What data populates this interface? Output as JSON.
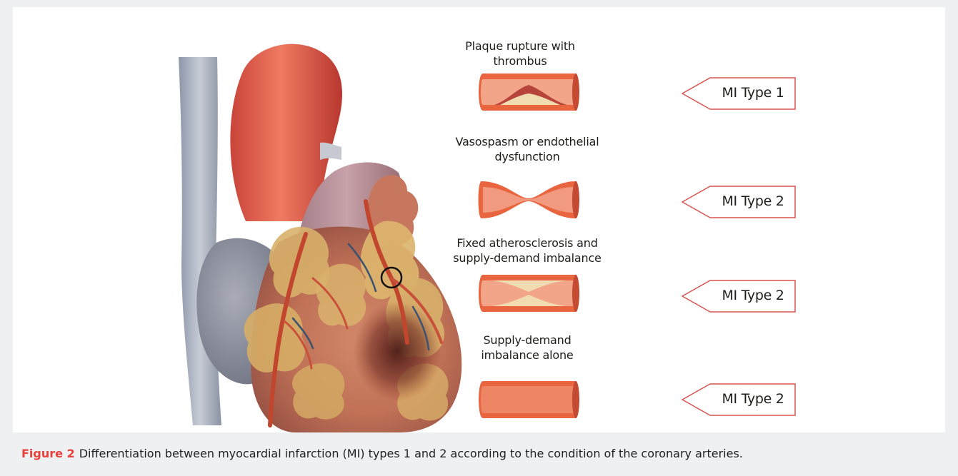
{
  "figure": {
    "label": "Figure 2",
    "caption": "Differentiation between myocardial infarction (MI) types 1 and 2 according to the condition of the coronary arteries."
  },
  "rows": [
    {
      "description_lines": [
        "Plaque rupture with thrombus"
      ],
      "mi_type": "MI Type 1"
    },
    {
      "description_lines": [
        "Vasospasm or endothelial",
        "dysfunction"
      ],
      "mi_type": "MI Type 2"
    },
    {
      "description_lines": [
        "Fixed atherosclerosis and",
        "supply-demand imbalance"
      ],
      "mi_type": "MI Type 2"
    },
    {
      "description_lines": [
        "Supply-demand",
        "imbalance alone"
      ],
      "mi_type": "MI Type 2"
    }
  ],
  "colors": {
    "vessel_wall": "#e8653f",
    "vessel_lumen": "#f3a58a",
    "plaque": "#f1dcb2",
    "thrombus": "#b6443a",
    "tag_border": "#d9534f",
    "caption_label": "#e8403a"
  }
}
